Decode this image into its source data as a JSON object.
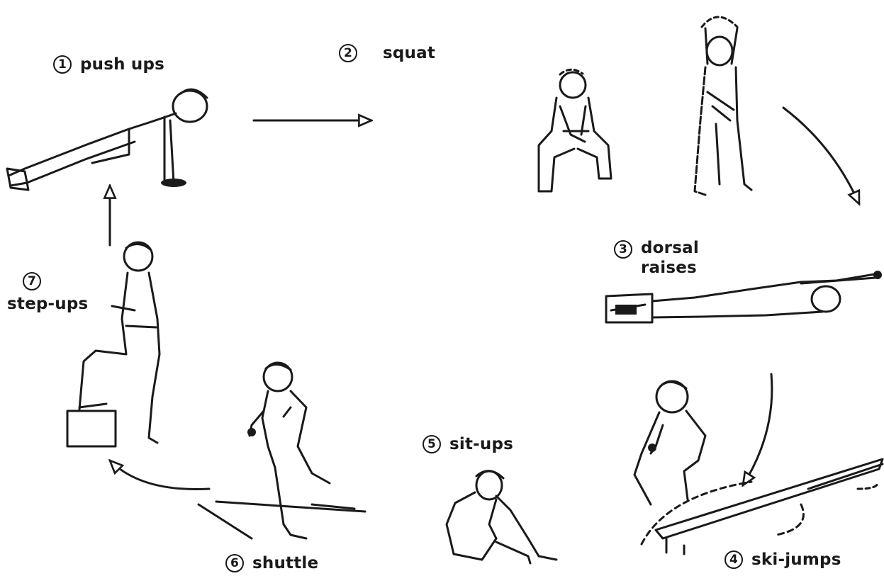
{
  "stations": [
    {
      "number": "1",
      "name": "push ups"
    },
    {
      "number": "2",
      "name": "squat"
    },
    {
      "number": "3",
      "name": "dorsal",
      "name2": "raises"
    },
    {
      "number": "4",
      "name": "ski-jumps"
    },
    {
      "number": "5",
      "name": "sit-ups"
    },
    {
      "number": "6",
      "name": "shuttle"
    },
    {
      "number": "7",
      "name": "step-ups"
    }
  ],
  "icons": [
    "arrow",
    "exercise-figure",
    "step-box",
    "bench",
    "floor-lines"
  ],
  "colors": {
    "ink": "#1a1a1a",
    "paper": "#ffffff"
  }
}
